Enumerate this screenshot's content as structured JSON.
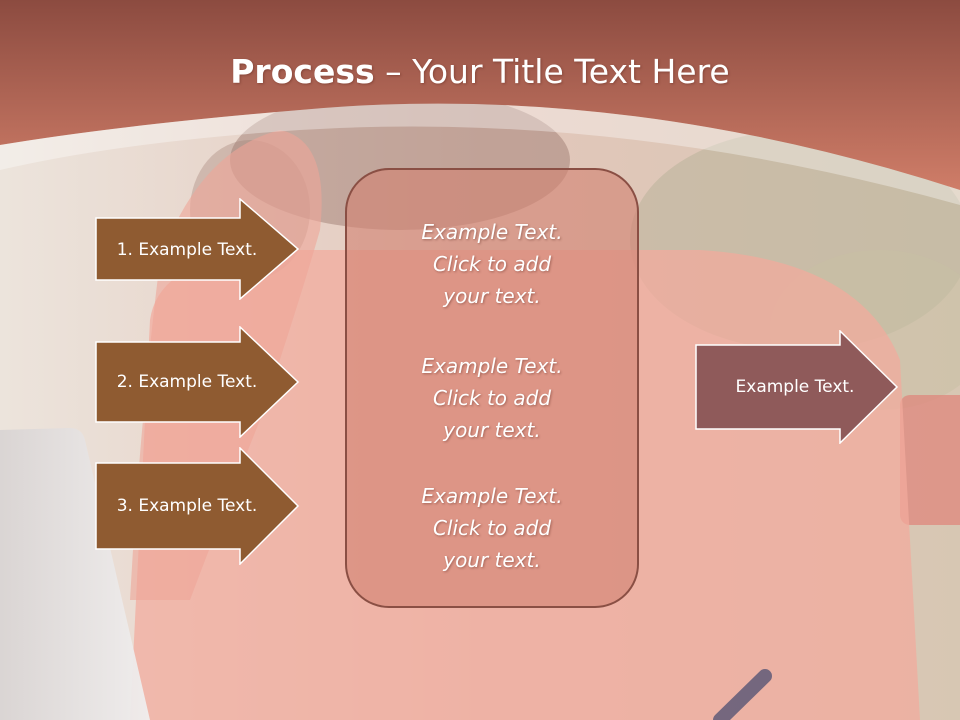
{
  "slide": {
    "title_bold": "Process",
    "title_dash": " – ",
    "title_rest": "Your Title Text Here"
  },
  "left_arrows": [
    {
      "label": "1. Example Text."
    },
    {
      "label": "2. Example Text."
    },
    {
      "label": "3. Example Text."
    }
  ],
  "center_blocks": [
    {
      "line1": "Example Text.",
      "line2": "Click  to add",
      "line3": "your text."
    },
    {
      "line1": "Example Text.",
      "line2": "Click  to add",
      "line3": "your text."
    },
    {
      "line1": "Example Text.",
      "line2": "Click  to add",
      "line3": "your text."
    }
  ],
  "right_arrow": {
    "label": "Example Text."
  },
  "colors": {
    "header": "#c77564",
    "left_arrow_fill": "#8f5b31",
    "right_arrow_fill": "#8f5a5a",
    "center_box_border": "#8a4f44"
  }
}
